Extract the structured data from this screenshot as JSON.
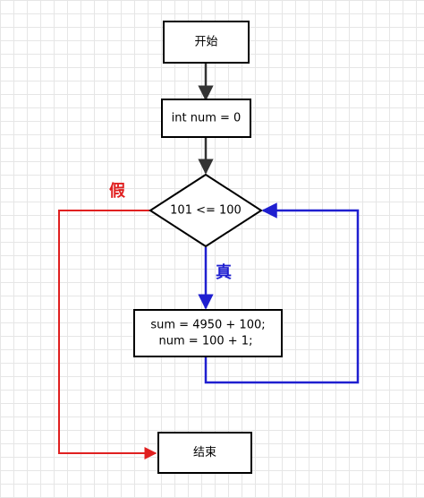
{
  "nodes": {
    "start": "开始",
    "init": "int num = 0",
    "condition": "101 <= 100",
    "body_line1": "sum = 4950 + 100;",
    "body_line2": "num = 100 + 1;",
    "end": "结束"
  },
  "labels": {
    "false": "假",
    "true": "真"
  },
  "colors": {
    "false_branch": "#e02020",
    "true_branch": "#1f1fd0",
    "flow": "#333333"
  }
}
